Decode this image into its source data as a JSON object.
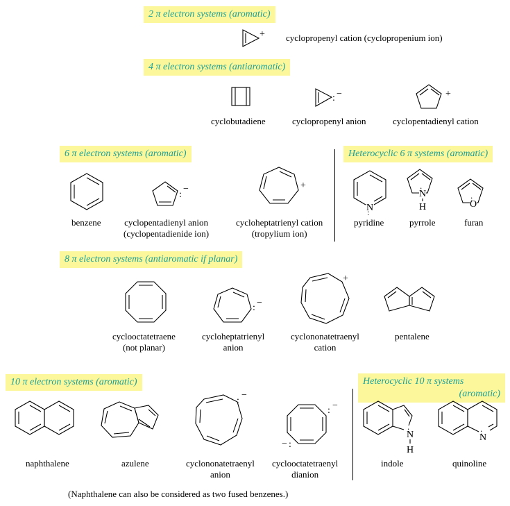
{
  "sections": {
    "s2": "2 π electron systems (aromatic)",
    "s4": "4 π electron systems (antiaromatic)",
    "s6": "6 π electron systems (aromatic)",
    "s6h": "Heterocyclic 6 π systems (aromatic)",
    "s8": "8 π electron systems (antiaromatic if planar)",
    "s10": "10 π electron systems (aromatic)",
    "s10h_1": "Heterocyclic 10 π systems",
    "s10h_2": "(aromatic)"
  },
  "molecules": {
    "cyclopropenyl_cation": "cyclopropenyl cation (cyclopropenium ion)",
    "cyclobutadiene": "cyclobutadiene",
    "cyclopropenyl_anion": "cyclopropenyl anion",
    "cyclopentadienyl_cation": "cyclopentadienyl cation",
    "benzene": "benzene",
    "cyclopentadienyl_anion_1": "cyclopentadienyl anion",
    "cyclopentadienyl_anion_2": "(cyclopentadienide ion)",
    "tropylium_1": "cycloheptatrienyl cation",
    "tropylium_2": "(tropylium ion)",
    "pyridine": "pyridine",
    "pyrrole": "pyrrole",
    "furan": "furan",
    "cot_1": "cyclooctatetraene",
    "cot_2": "(not planar)",
    "chte_anion_1": "cycloheptatrienyl",
    "chte_anion_2": "anion",
    "cnt_cation_1": "cyclononatetraenyl",
    "cnt_cation_2": "cation",
    "pentalene": "pentalene",
    "naphthalene": "naphthalene",
    "azulene": "azulene",
    "cnt_anion_1": "cyclononatetraenyl",
    "cnt_anion_2": "anion",
    "cot_dianion_1": "cyclooctatetraenyl",
    "cot_dianion_2": "dianion",
    "indole": "indole",
    "quinoline": "quinoline"
  },
  "atoms": {
    "N": "N",
    "H": "H",
    "O": "O",
    "plus": "+",
    "minus": "−",
    "lonepair": ":"
  },
  "footnote": "(Naphthalene can also be considered as two fused benzenes.)",
  "colors": {
    "highlight_bg": "#fbf79a",
    "highlight_text": "#1aa09a"
  }
}
